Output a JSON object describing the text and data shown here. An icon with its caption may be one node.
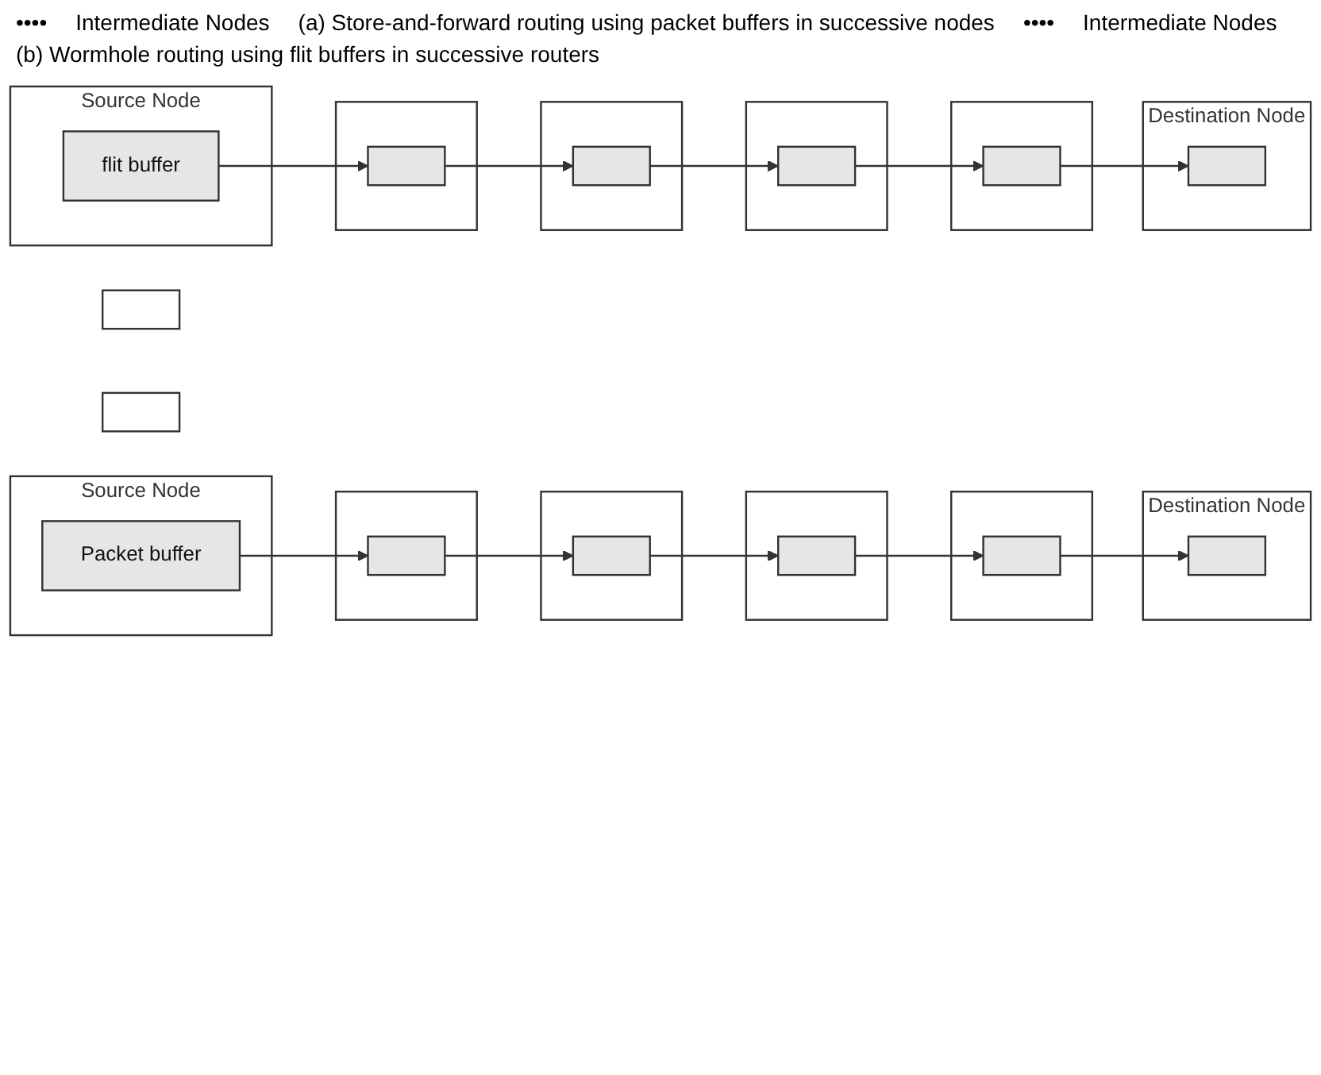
{
  "diagram": {
    "nodes": [
      {
        "text": [
          "Source Node"
        ]
      },
      {
        "text": [
          "Packet buffer"
        ],
        "in": 0
      },
      {
        "text": [],
        "shape": "box"
      },
      {
        "text": [
          "Destination Node"
        ]
      },
      {
        "text": [],
        "shape": "box",
        "in": 3
      },
      {
        "text": [],
        "shape": "box"
      },
      {
        "text": [],
        "shape": "box",
        "in": 5
      },
      {
        "text": [],
        "shape": "box"
      },
      {
        "text": [],
        "shape": "box",
        "in": 7
      },
      {
        "text": [],
        "shape": "box"
      },
      {
        "text": [],
        "shape": "box",
        "in": 9
      },
      {
        "text": [],
        "shape": "box"
      },
      {
        "text": [],
        "shape": "box",
        "in": 11
      },
      {
        "text": [
          "Source Node"
        ]
      },
      {
        "text": [
          "flit buffer"
        ],
        "in": 13
      },
      {
        "text": [],
        "shape": "box"
      },
      {
        "text": [
          "Destination Node"
        ]
      },
      {
        "text": [],
        "shape": "box",
        "in": 16
      },
      {
        "text": [],
        "shape": "box"
      },
      {
        "text": [],
        "shape": "box",
        "in": 18
      },
      {
        "text": [],
        "shape": "box"
      },
      {
        "text": [],
        "shape": "box",
        "in": 20
      },
      {
        "text": [],
        "shape": "box"
      },
      {
        "text": [],
        "shape": "box",
        "in": 22
      },
      {
        "text": [],
        "shape": "box"
      },
      {
        "text": [],
        "shape": "box",
        "in": 24
      }
    ],
    "edges": [
      {
        "from": 1,
        "to": 6,
        "arrow": "to"
      },
      {
        "from": 6,
        "to": 8,
        "arrow": "to"
      },
      {
        "from": 8,
        "to": 10,
        "arrow": "to"
      },
      {
        "from": 10,
        "to": 12,
        "arrow": "to"
      },
      {
        "from": 12,
        "to": 4,
        "arrow": "to"
      },
      {
        "from": 14,
        "to": 19,
        "arrow": "to"
      },
      {
        "from": 19,
        "to": 21,
        "arrow": "to"
      },
      {
        "from": 21,
        "to": 23,
        "arrow": "to"
      },
      {
        "from": 23,
        "to": 25,
        "arrow": "to"
      },
      {
        "from": 25,
        "to": 17,
        "arrow": "to"
      }
    ],
    "labels": [
      "••••",
      "Intermediate Nodes",
      "(a) Store-and-forward routing using packet buffers in successive nodes",
      "••••",
      "Intermediate Nodes",
      "(b) Wormhole routing using flit buffers in successive routers"
    ]
  }
}
